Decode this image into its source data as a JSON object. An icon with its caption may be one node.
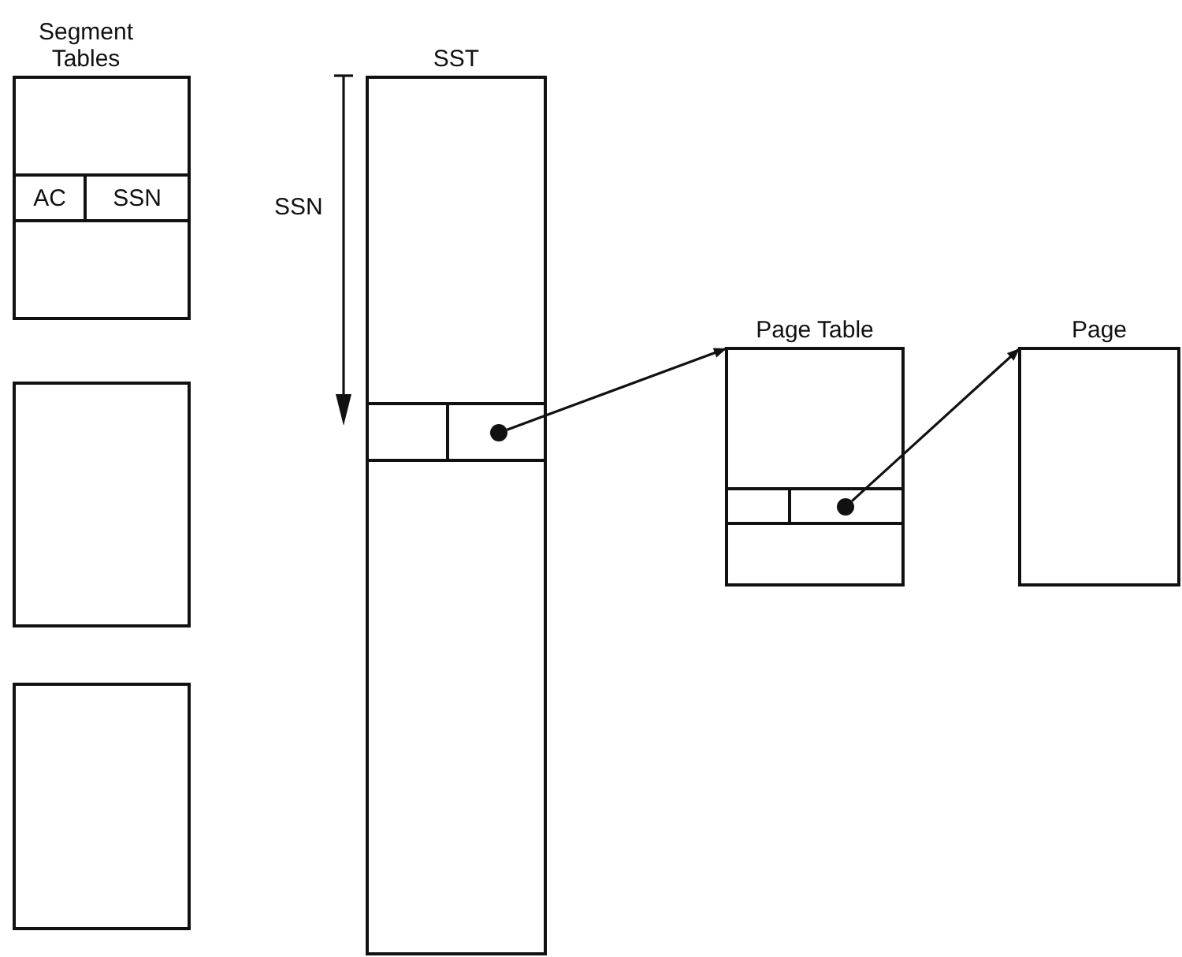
{
  "diagram": {
    "nodes": [
      {
        "text": [
          "Segment Tables"
        ]
      },
      {
        "text": [
          "AC"
        ],
        "in": 0
      },
      {
        "text": [
          "SSN"
        ],
        "in": 0
      },
      {
        "text": [],
        "shape": "box"
      },
      {
        "text": [],
        "shape": "box"
      },
      {
        "text": [
          "SST"
        ]
      },
      {
        "text": [],
        "shape": "box",
        "in": 5
      },
      {
        "text": [],
        "shape": "box",
        "in": 5
      },
      {
        "text": [],
        "shape": "circle",
        "in": 7
      },
      {
        "text": [
          "Page Table"
        ]
      },
      {
        "text": [],
        "shape": "box",
        "in": 9
      },
      {
        "text": [],
        "shape": "box",
        "in": 9
      },
      {
        "text": [],
        "shape": "circle",
        "in": 11
      },
      {
        "text": [
          "Page"
        ]
      }
    ],
    "edges": [
      {
        "from": 8,
        "to": 9,
        "arrow": "to"
      },
      {
        "from": 12,
        "to": 13,
        "arrow": "to"
      }
    ],
    "labels": [
      "SSN"
    ]
  }
}
